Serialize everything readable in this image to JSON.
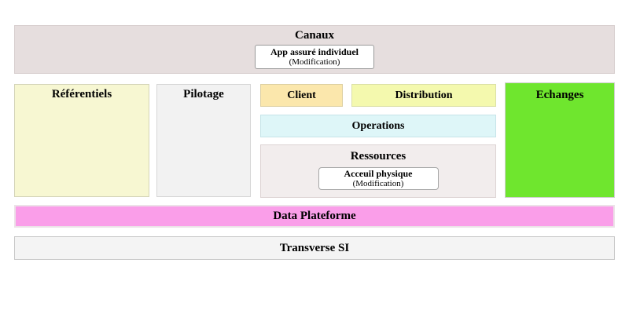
{
  "diagram": {
    "canaux": {
      "label": "Canaux",
      "bg": "#e6dede",
      "app": {
        "title": "App assuré individuel",
        "subtitle": "(Modification)"
      }
    },
    "referentiels": {
      "label": "Référentiels",
      "bg": "#f7f7d2"
    },
    "pilotage": {
      "label": "Pilotage",
      "bg": "#f2f2f2"
    },
    "client": {
      "label": "Client",
      "bg": "#fbe7ac"
    },
    "distribution": {
      "label": "Distribution",
      "bg": "#f4f9ae"
    },
    "operations": {
      "label": "Operations",
      "bg": "#def6f8"
    },
    "ressources": {
      "label": "Ressources",
      "bg": "#f2eded",
      "app": {
        "title": "Acceuil physique",
        "subtitle": "(Modification)"
      }
    },
    "echanges": {
      "label": "Echanges",
      "bg": "#6fe62e"
    },
    "data_plateforme": {
      "label": "Data Plateforme",
      "bg": "#fa9ee9"
    },
    "transverse_si": {
      "label": "Transverse SI",
      "bg": "#f4f4f4"
    }
  }
}
